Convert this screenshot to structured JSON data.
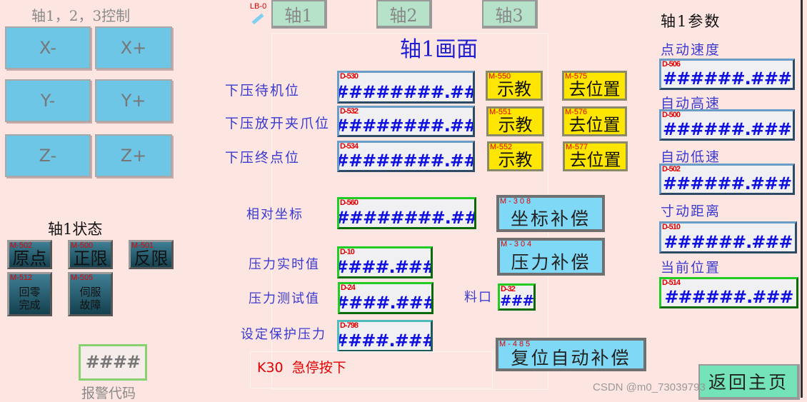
{
  "left": {
    "title": "轴1，2，3控制",
    "jog": [
      "X-",
      "X+",
      "Y-",
      "Y+",
      "Z-",
      "Z+"
    ],
    "status_title": "轴1状态",
    "status": [
      {
        "tag": "M-502",
        "label": "原点"
      },
      {
        "tag": "M-500",
        "label": "正限"
      },
      {
        "tag": "M-501",
        "label": "反限"
      },
      {
        "tag": "M-512",
        "label": "回零完成"
      },
      {
        "tag": "M-505",
        "label": "伺服故障"
      }
    ],
    "alarm": {
      "value": "####",
      "label": "报警代码"
    }
  },
  "tabs": {
    "tag": "LB-0",
    "items": [
      "轴1",
      "轴2",
      "轴3"
    ]
  },
  "main": {
    "title": "轴1画面",
    "rows": [
      {
        "label": "下压待机位",
        "tag": "D-530",
        "value": "########.##",
        "teach_tag": "M-550",
        "teach": "示教",
        "go_tag": "M-575",
        "go": "去位置"
      },
      {
        "label": "下压放开夹爪位",
        "tag": "D-532",
        "value": "########.##",
        "teach_tag": "M-551",
        "teach": "示教",
        "go_tag": "M-576",
        "go": "去位置"
      },
      {
        "label": "下压终点位",
        "tag": "D-534",
        "value": "########.##",
        "teach_tag": "M-552",
        "teach": "示教",
        "go_tag": "M-577",
        "go": "去位置"
      }
    ],
    "rel": {
      "label": "相对坐标",
      "tag": "D-560",
      "value": "########.##"
    },
    "coord_comp": {
      "tag": "M-308",
      "label": "坐标补偿"
    },
    "press_comp": {
      "tag": "M-304",
      "label": "压力补偿"
    },
    "press_rt": {
      "label": "压力实时值",
      "tag": "D-10",
      "value": "####.###"
    },
    "press_test": {
      "label": "压力测试值",
      "tag": "D-24",
      "value": "####.###"
    },
    "press_set": {
      "label": "设定保护压力",
      "tag": "D-798",
      "value": "####.###"
    },
    "port": {
      "label": "料口",
      "tag": "D-32",
      "value": "###"
    },
    "reset_comp": {
      "tag": "M-485",
      "label": "复位自动补偿"
    },
    "alarm_msg": "K30  急停按下"
  },
  "right": {
    "title": "轴1参数",
    "params": [
      {
        "label": "点动速度",
        "tag": "D-506",
        "value": "######.###"
      },
      {
        "label": "自动高速",
        "tag": "D-500",
        "value": "######.###"
      },
      {
        "label": "自动低速",
        "tag": "D-502",
        "value": "######.###"
      },
      {
        "label": "寸动距离",
        "tag": "D-510",
        "value": "######.###"
      },
      {
        "label": "当前位置",
        "tag": "D-514",
        "value": "######.###"
      }
    ],
    "home": "返回主页"
  },
  "watermark": "CSDN @m0_73039793"
}
